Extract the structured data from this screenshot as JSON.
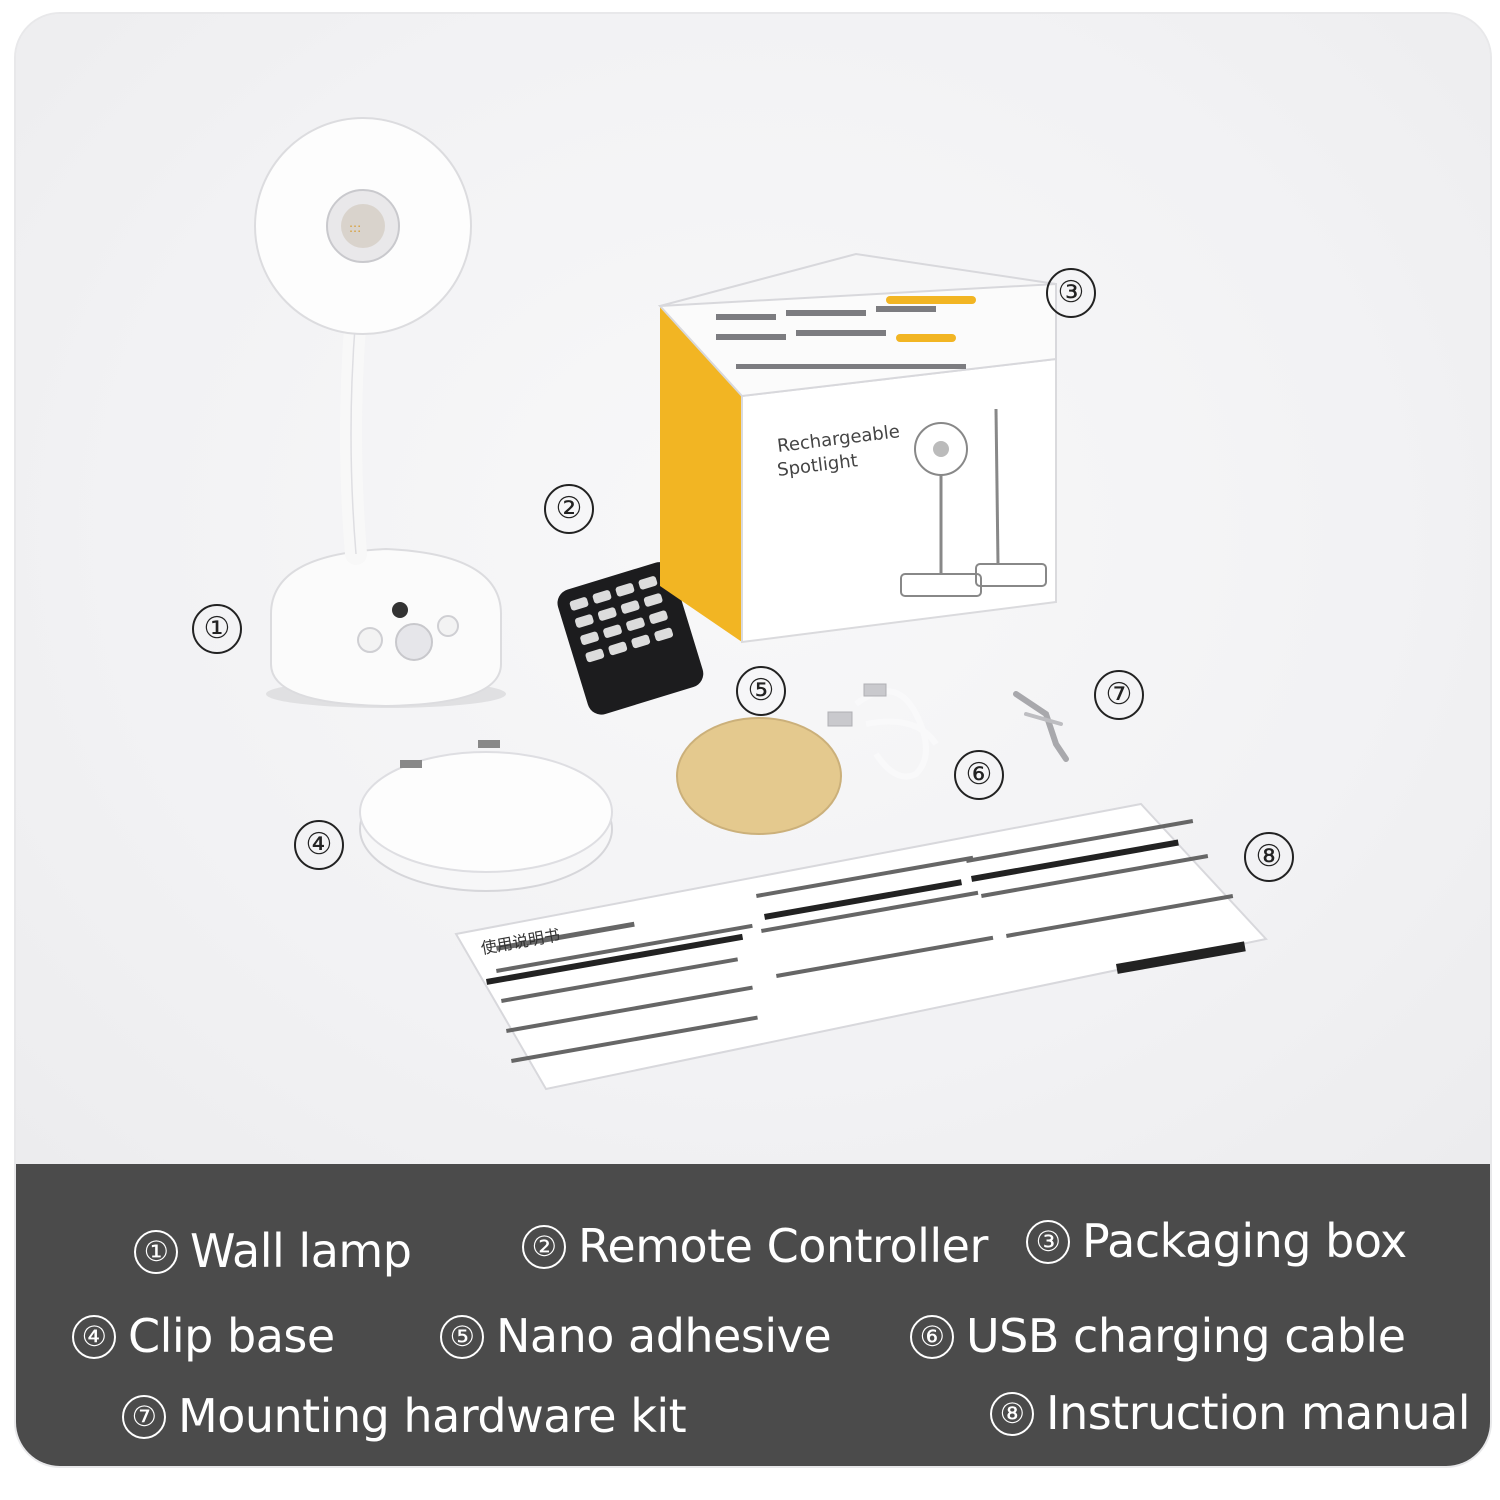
{
  "box": {
    "title_line1": "Rechargeable",
    "title_line2": "Spotlight"
  },
  "markers": [
    "①",
    "②",
    "③",
    "④",
    "⑤",
    "⑥",
    "⑦",
    "⑧"
  ],
  "manual": {
    "heading": "使用说明书"
  },
  "legend": [
    {
      "num": "①",
      "label": "Wall lamp"
    },
    {
      "num": "②",
      "label": "Remote Controller"
    },
    {
      "num": "③",
      "label": "Packaging box"
    },
    {
      "num": "④",
      "label": "Clip base"
    },
    {
      "num": "⑤",
      "label": "Nano adhesive"
    },
    {
      "num": "⑥",
      "label": "USB charging cable"
    },
    {
      "num": "⑦",
      "label": "Mounting hardware kit"
    },
    {
      "num": "⑧",
      "label": "Instruction manual"
    }
  ],
  "colors": {
    "legend_bg": "#4b4b4b",
    "box_accent": "#f2b523",
    "adhesive": "#e4c98e"
  }
}
